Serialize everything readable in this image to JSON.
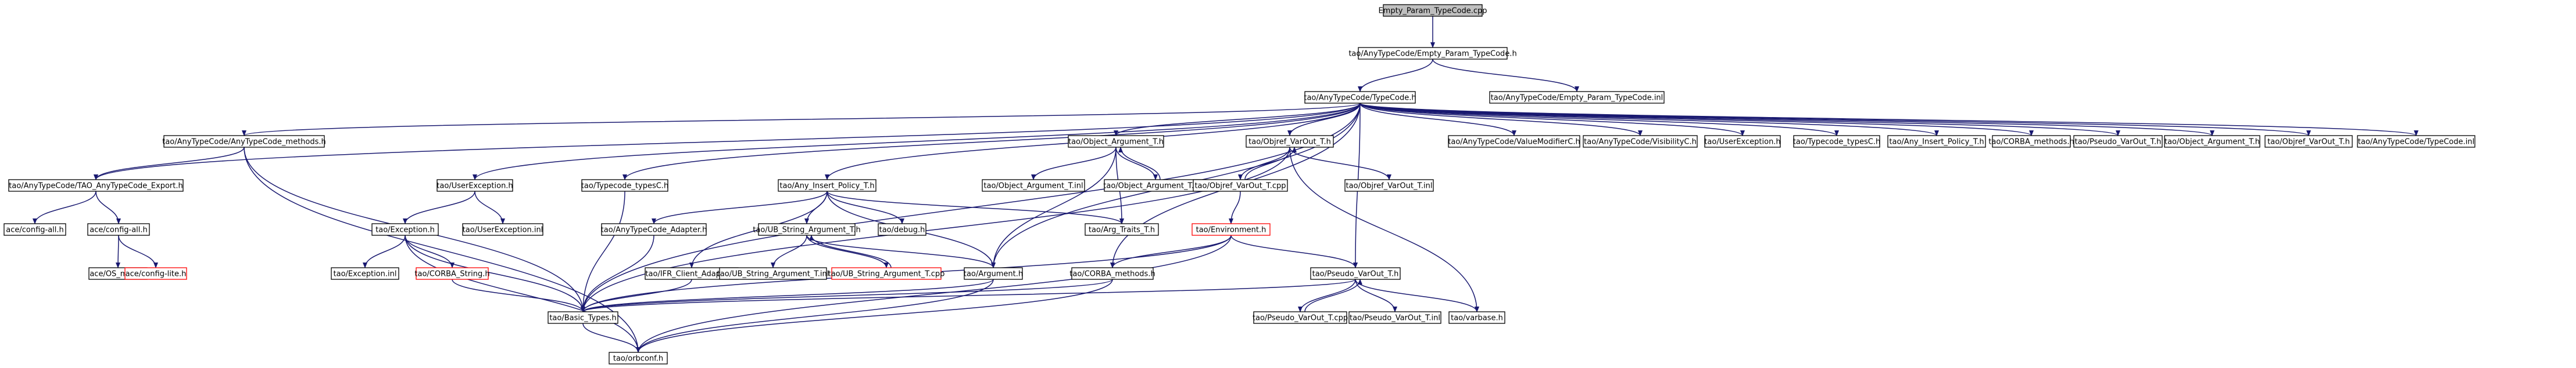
{
  "colors": {
    "edge": "#191970",
    "node_border": "#000000",
    "node_fill": "#ffffff",
    "root_fill": "#bfbfbf",
    "missing_border": "#ff0000"
  },
  "graph": {
    "nodes": [
      {
        "id": "root",
        "label": "Empty_Param_TypeCode.cpp",
        "style": "root"
      },
      {
        "id": "eph",
        "label": "tao/AnyTypeCode/Empty_Param_TypeCode.h"
      },
      {
        "id": "epi",
        "label": "tao/AnyTypeCode/Empty_Param_TypeCode.inl"
      },
      {
        "id": "tch",
        "label": "tao/AnyTypeCode/TypeCode.h"
      },
      {
        "id": "tcm",
        "label": "tao/AnyTypeCode/AnyTypeCode_methods.h"
      },
      {
        "id": "exp",
        "label": "tao/AnyTypeCode/TAO_AnyTypeCode_Export.h"
      },
      {
        "id": "bth",
        "label": "tao/Basic_Types.h"
      },
      {
        "id": "acecfgall_l",
        "label": "ace/config-all.h"
      },
      {
        "id": "acecfgall",
        "label": "ace/config-all.h"
      },
      {
        "id": "osmain",
        "label": "ace/OS_main.h"
      },
      {
        "id": "cfglite",
        "label": "ace/config-lite.h",
        "style": "missing"
      },
      {
        "id": "uexh",
        "label": "tao/UserException.h"
      },
      {
        "id": "exh",
        "label": "tao/Exception.h"
      },
      {
        "id": "uexinl",
        "label": "tao/UserException.inl"
      },
      {
        "id": "exinl",
        "label": "tao/Exception.inl"
      },
      {
        "id": "cstr",
        "label": "tao/CORBA_String.h",
        "style": "missing"
      },
      {
        "id": "tcty",
        "label": "tao/Typecode_typesC.h"
      },
      {
        "id": "anyad",
        "label": "tao/AnyTypeCode_Adapter.h"
      },
      {
        "id": "aip",
        "label": "tao/Any_Insert_Policy_T.h"
      },
      {
        "id": "usat",
        "label": "tao/UB_String_Argument_T.h"
      },
      {
        "id": "vfr",
        "label": "tao/IFR_Client_Adapter.h"
      },
      {
        "id": "debug",
        "label": "tao/debug.h"
      },
      {
        "id": "usati",
        "label": "tao/UB_String_Argument_T.inl"
      },
      {
        "id": "usatc",
        "label": "tao/UB_String_Argument_T.cpp",
        "style": "missing"
      },
      {
        "id": "argh",
        "label": "tao/Argument.h"
      },
      {
        "id": "oat",
        "label": "tao/Object_Argument_T.h"
      },
      {
        "id": "oati",
        "label": "tao/Object_Argument_T.inl"
      },
      {
        "id": "oatc",
        "label": "tao/Object_Argument_T.cpp"
      },
      {
        "id": "atr",
        "label": "tao/Arg_Traits_T.h"
      },
      {
        "id": "cmeth",
        "label": "tao/CORBA_methods.h"
      },
      {
        "id": "ovt",
        "label": "tao/Objref_VarOut_T.h"
      },
      {
        "id": "ovtc",
        "label": "tao/Objref_VarOut_T.cpp"
      },
      {
        "id": "ovti",
        "label": "tao/Objref_VarOut_T.inl"
      },
      {
        "id": "env",
        "label": "tao/Environment.h",
        "style": "missing"
      },
      {
        "id": "pvt",
        "label": "tao/Pseudo_VarOut_T.h"
      },
      {
        "id": "pvtc",
        "label": "tao/Pseudo_VarOut_T.cpp"
      },
      {
        "id": "pvti",
        "label": "tao/Pseudo_VarOut_T.inl"
      },
      {
        "id": "varbase",
        "label": "tao/varbase.h"
      },
      {
        "id": "orbconf",
        "label": "tao/orbconf.h"
      },
      {
        "id": "vm",
        "label": "tao/AnyTypeCode/ValueModifierC.h"
      },
      {
        "id": "vis",
        "label": "tao/AnyTypeCode/VisibilityC.h"
      },
      {
        "id": "uex2",
        "label": "tao/UserException.h"
      },
      {
        "id": "tcty2",
        "label": "tao/Typecode_typesC.h"
      },
      {
        "id": "aip2",
        "label": "tao/Any_Insert_Policy_T.h"
      },
      {
        "id": "cmeth2",
        "label": "tao/CORBA_methods.h"
      },
      {
        "id": "pvt2",
        "label": "tao/Pseudo_VarOut_T.h"
      },
      {
        "id": "oat2",
        "label": "tao/Object_Argument_T.h"
      },
      {
        "id": "ovt2",
        "label": "tao/Objref_VarOut_T.h"
      },
      {
        "id": "tcinl",
        "label": "tao/AnyTypeCode/TypeCode.inl"
      }
    ]
  }
}
